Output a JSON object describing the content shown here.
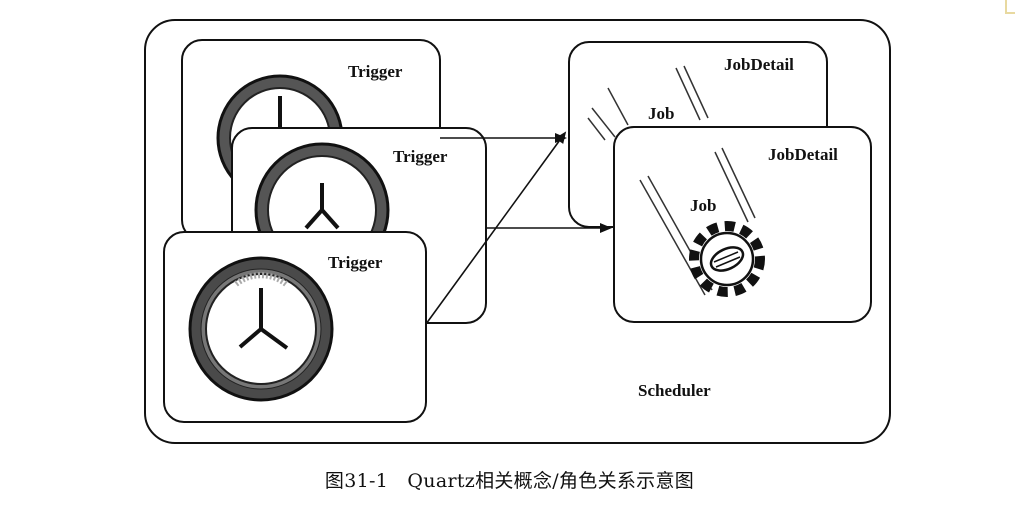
{
  "diagram": {
    "scheduler_label": "Scheduler",
    "triggers": [
      {
        "label": "Trigger"
      },
      {
        "label": "Trigger"
      },
      {
        "label": "Trigger"
      }
    ],
    "job_details": [
      {
        "label": "JobDetail",
        "job_label": "Job"
      },
      {
        "label": "JobDetail",
        "job_label": "Job"
      }
    ]
  },
  "caption": "图31-1　Quartz相关概念/角色关系示意图"
}
